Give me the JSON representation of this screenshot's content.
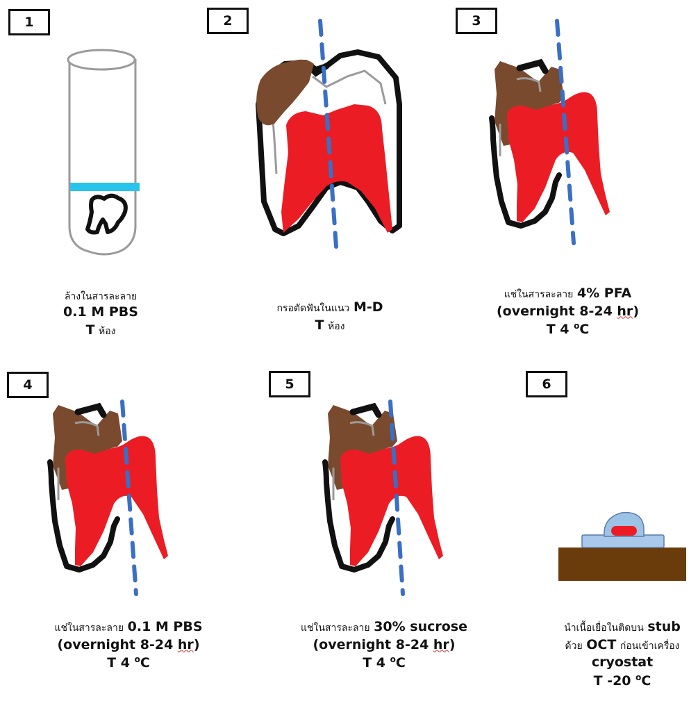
{
  "steps": [
    {
      "number": "1",
      "caption": {
        "l1": "ล้างในสารละลาย",
        "l2": "0.1 M PBS",
        "l3_t": "T",
        "l3_thai": "ห้อง"
      }
    },
    {
      "number": "2",
      "caption": {
        "l1_thai": "กรอตัดฟันในแนว",
        "l1_lat": "M-D",
        "l2_t": "T",
        "l2_thai": "ห้อง"
      }
    },
    {
      "number": "3",
      "caption": {
        "l1_thai": "แช่ในสารละลาย",
        "l1_lat": "4% PFA",
        "l2a": "(overnight 8-24 ",
        "l2_hr": "hr",
        "l2b": ")",
        "l3": "T 4 ",
        "l3_sup": "o",
        "l3_unit": "C"
      }
    },
    {
      "number": "4",
      "caption": {
        "l1_thai": "แช่ในสารละลาย",
        "l1_lat": "0.1 M PBS",
        "l2a": "(overnight 8-24 ",
        "l2_hr": "hr",
        "l2b": ")",
        "l3": "T 4 ",
        "l3_sup": "o",
        "l3_unit": "C"
      }
    },
    {
      "number": "5",
      "caption": {
        "l1_thai": "แช่ในสารละลาย",
        "l1_lat": "30% sucrose",
        "l2a": "(overnight 8-24 ",
        "l2_hr": "hr",
        "l2b": ")",
        "l3": "T 4 ",
        "l3_sup": "o",
        "l3_unit": "C"
      }
    },
    {
      "number": "6",
      "caption": {
        "l1_thai": "นำเนื้อเยื่อในติดบน",
        "l1_lat": "stub",
        "l2_pre": "ด้วย",
        "l2_lat": "OCT",
        "l2_thai": "ก่อนเข้าเครื่อง",
        "l3": "cryostat",
        "l4": "T -20 ",
        "l4_sup": "o",
        "l4_unit": "C"
      }
    }
  ],
  "colors": {
    "pulp": "#ec1c24",
    "caries": "#7a4a2e",
    "outline": "#111111",
    "enamel_line": "#9a9a9a",
    "cut_line": "#3a6fc4",
    "pbs_level": "#29c4ec",
    "oct_blob": "#9cc3e6",
    "stub_base": "#6a3c0c",
    "stub_plate": "#a9c9ea"
  }
}
